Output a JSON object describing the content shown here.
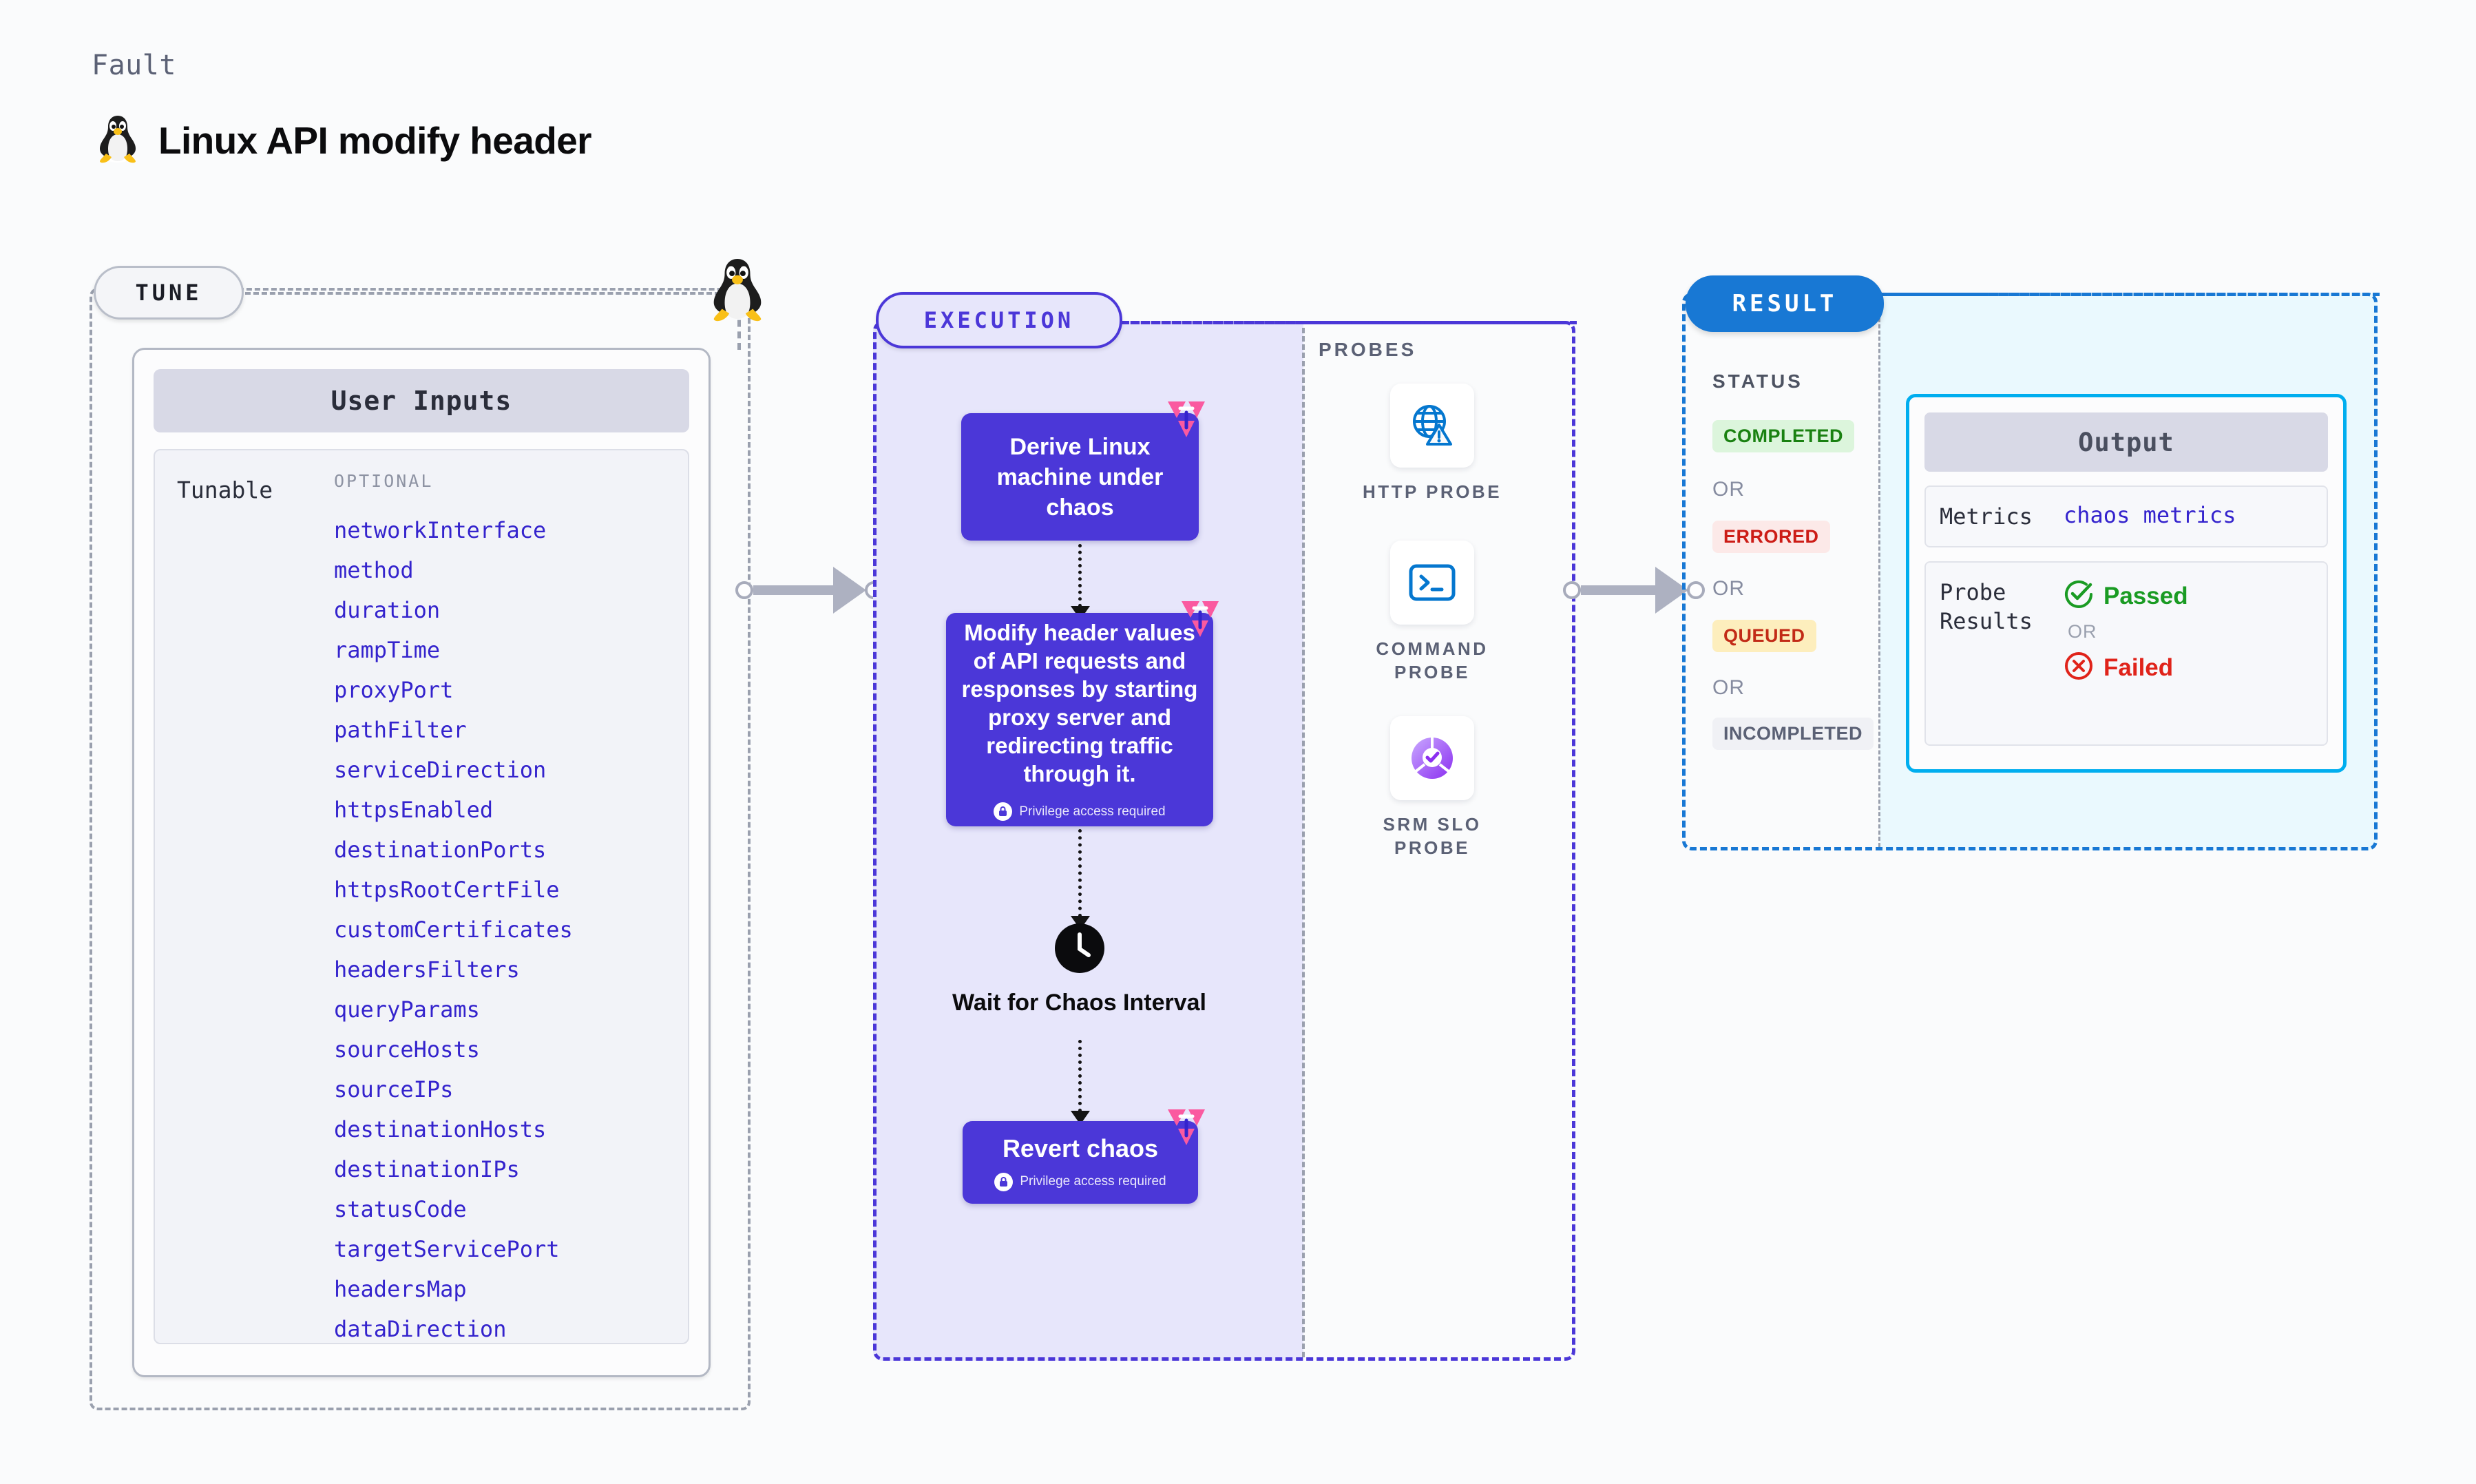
{
  "header": {
    "kicker": "Fault",
    "title": "Linux API modify header",
    "os_icon": "linux-penguin-icon"
  },
  "tune": {
    "chip_label": "TUNE",
    "card_title": "User Inputs",
    "row_label": "Tunable",
    "optional_label": "OPTIONAL",
    "params": [
      "networkInterface",
      "method",
      "duration",
      "rampTime",
      "proxyPort",
      "pathFilter",
      "serviceDirection",
      "httpsEnabled",
      "destinationPorts",
      "httpsRootCertFile",
      "customCertificates",
      "headersFilters",
      "queryParams",
      "sourceHosts",
      "sourceIPs",
      "destinationHosts",
      "destinationIPs",
      "statusCode",
      "targetServicePort",
      "headersMap",
      "dataDirection"
    ]
  },
  "execution": {
    "chip_label": "EXECUTION",
    "steps": [
      {
        "title": "Derive Linux machine under chaos",
        "privilege": null
      },
      {
        "title": "Modify header values of API requests and responses by starting proxy server and redirecting traffic through it.",
        "privilege": "Privilege access required"
      },
      {
        "title": "Wait for Chaos Interval",
        "privilege": null
      },
      {
        "title": "Revert chaos",
        "privilege": "Privilege access required"
      }
    ],
    "wait_step_label": "Wait for Chaos Interval",
    "revert_label": "Revert chaos",
    "derive_label": "Derive Linux machine under chaos",
    "modify_label": "Modify header values of API requests and responses by starting proxy server and redirecting traffic through it.",
    "privilege_text": "Privilege access required"
  },
  "probes": {
    "section_title": "PROBES",
    "items": [
      {
        "label": "HTTP PROBE",
        "icon": "globe-warning-icon"
      },
      {
        "label": "COMMAND PROBE",
        "icon": "terminal-icon"
      },
      {
        "label": "SRM SLO PROBE",
        "icon": "slo-donut-check-icon"
      }
    ]
  },
  "result": {
    "chip_label": "RESULT",
    "status_title": "STATUS",
    "or_label": "OR",
    "statuses": [
      {
        "label": "COMPLETED",
        "bg": "#dcf5dc",
        "fg": "#1a8111"
      },
      {
        "label": "ERRORED",
        "bg": "#fce9e8",
        "fg": "#cc1c16"
      },
      {
        "label": "QUEUED",
        "bg": "#fdeebd",
        "fg": "#c22b17"
      },
      {
        "label": "INCOMPLETED",
        "bg": "#f0f1f5",
        "fg": "#5b6175"
      }
    ],
    "output": {
      "title": "Output",
      "metrics_key": "Metrics",
      "metrics_value": "chaos metrics",
      "probe_results_key": "Probe Results",
      "passed_label": "Passed",
      "or_label": "OR",
      "failed_label": "Failed"
    }
  },
  "colors": {
    "primary_purple": "#4b37d8",
    "result_blue": "#1878d4",
    "output_cyan": "#00aeef",
    "accent_pink": "#fa5aa0",
    "param_blue": "#3423cd"
  }
}
